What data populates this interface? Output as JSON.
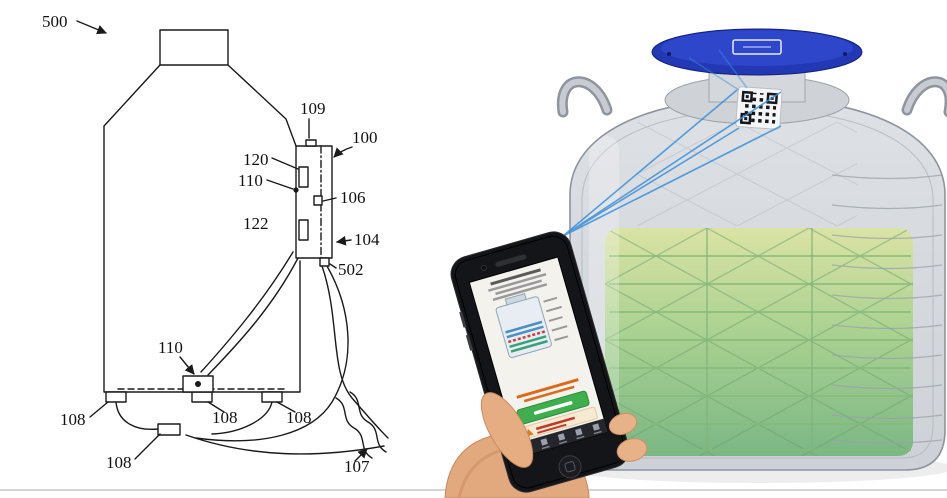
{
  "patent_figure": {
    "labels": {
      "ref_500": "500",
      "ref_109": "109",
      "ref_100": "100",
      "ref_120": "120",
      "ref_110_upper": "110",
      "ref_106": "106",
      "ref_122": "122",
      "ref_104": "104",
      "ref_502": "502",
      "ref_110_lower": "110",
      "ref_108_left": "108",
      "ref_108_center": "108",
      "ref_108_right": "108",
      "ref_108_bottom": "108",
      "ref_107": "107"
    }
  },
  "photo": {
    "colors": {
      "lid_blue": "#2238b4",
      "lid_blue_light": "#2f48cc",
      "tank_gray": "#c4c9cf",
      "contents_green_top": "#d8e47c",
      "contents_green_mid": "#8cc95e",
      "contents_green_bottom": "#3f9e49",
      "scan_blue": "#3b8fd9",
      "phone_black": "#141518",
      "app_button_green": "#3fae4c",
      "app_warning_orange": "#d96b1f",
      "hand_skin": "#e2a87e"
    }
  }
}
